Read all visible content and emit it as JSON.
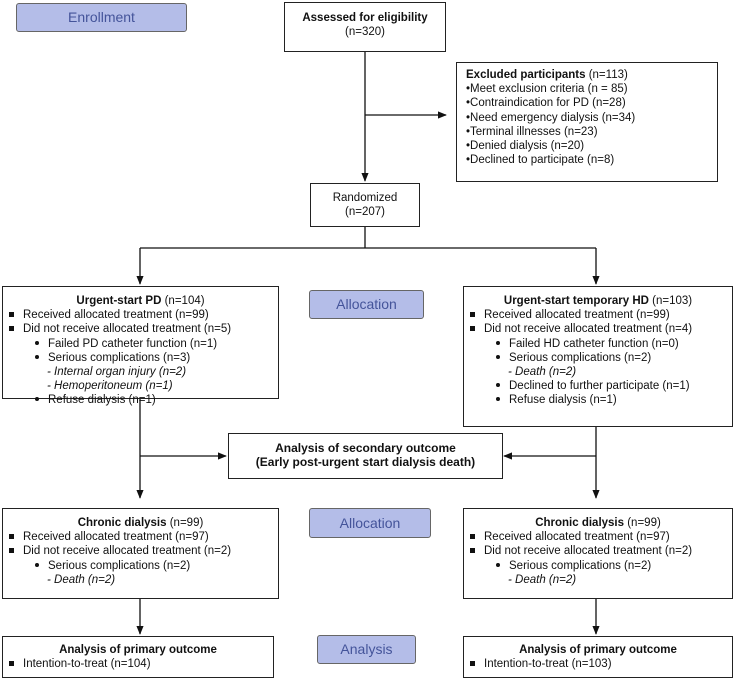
{
  "labels": {
    "enrollment": "Enrollment",
    "allocation": "Allocation",
    "allocation2": "Allocation",
    "analysis": "Analysis"
  },
  "assessed": {
    "title": "Assessed for eligibility",
    "count": "(n=320)"
  },
  "excluded": {
    "title": "Excluded participants",
    "count": " (n=113)",
    "items": [
      "•Meet exclusion criteria (n = 85)",
      "•Contraindication for PD (n=28)",
      "•Need emergency dialysis (n=34)",
      "•Terminal illnesses (n=23)",
      "•Denied dialysis (n=20)",
      "•Declined to participate (n=8)"
    ]
  },
  "randomized": {
    "title": "Randomized",
    "count": "(n=207)"
  },
  "pd_arm": {
    "title": "Urgent-start PD",
    "count": " (n=104)",
    "received": "Received allocated treatment (n=99)",
    "not_received": "Did not receive allocated treatment (n=5)",
    "sub1": "Failed PD catheter function (n=1)",
    "sub2": "Serious complications (n=3)",
    "sub2a": "- Internal organ injury (n=2)",
    "sub2b": "- Hemoperitoneum (n=1)",
    "sub3": "Refuse dialysis (n=1)"
  },
  "hd_arm": {
    "title": "Urgent-start temporary HD",
    "count": " (n=103)",
    "received": "Received allocated treatment (n=99)",
    "not_received": "Did not receive allocated treatment (n=4)",
    "sub1": "Failed HD catheter function (n=0)",
    "sub2": "Serious complications (n=2)",
    "sub2a": "- Death (n=2)",
    "sub3": "Declined to further participate (n=1)",
    "sub4": "Refuse dialysis (n=1)"
  },
  "secondary": {
    "line1": "Analysis of secondary outcome",
    "line2": "(Early post-urgent start dialysis death)"
  },
  "chronic_left": {
    "title": "Chronic dialysis",
    "count": " (n=99)",
    "received": "Received allocated treatment (n=97)",
    "not_received": "Did not receive allocated treatment (n=2)",
    "sub1": "Serious complications (n=2)",
    "sub1a": "- Death (n=2)"
  },
  "chronic_right": {
    "title": "Chronic dialysis",
    "count": " (n=99)",
    "received": "Received allocated treatment (n=97)",
    "not_received": "Did not receive allocated treatment (n=2)",
    "sub1": "Serious complications (n=2)",
    "sub1a": "- Death (n=2)"
  },
  "primary_left": {
    "title": "Analysis of primary outcome",
    "itt": "Intention-to-treat (n=104)"
  },
  "primary_right": {
    "title": "Analysis of primary outcome",
    "itt": "Intention-to-treat (n=103)"
  }
}
